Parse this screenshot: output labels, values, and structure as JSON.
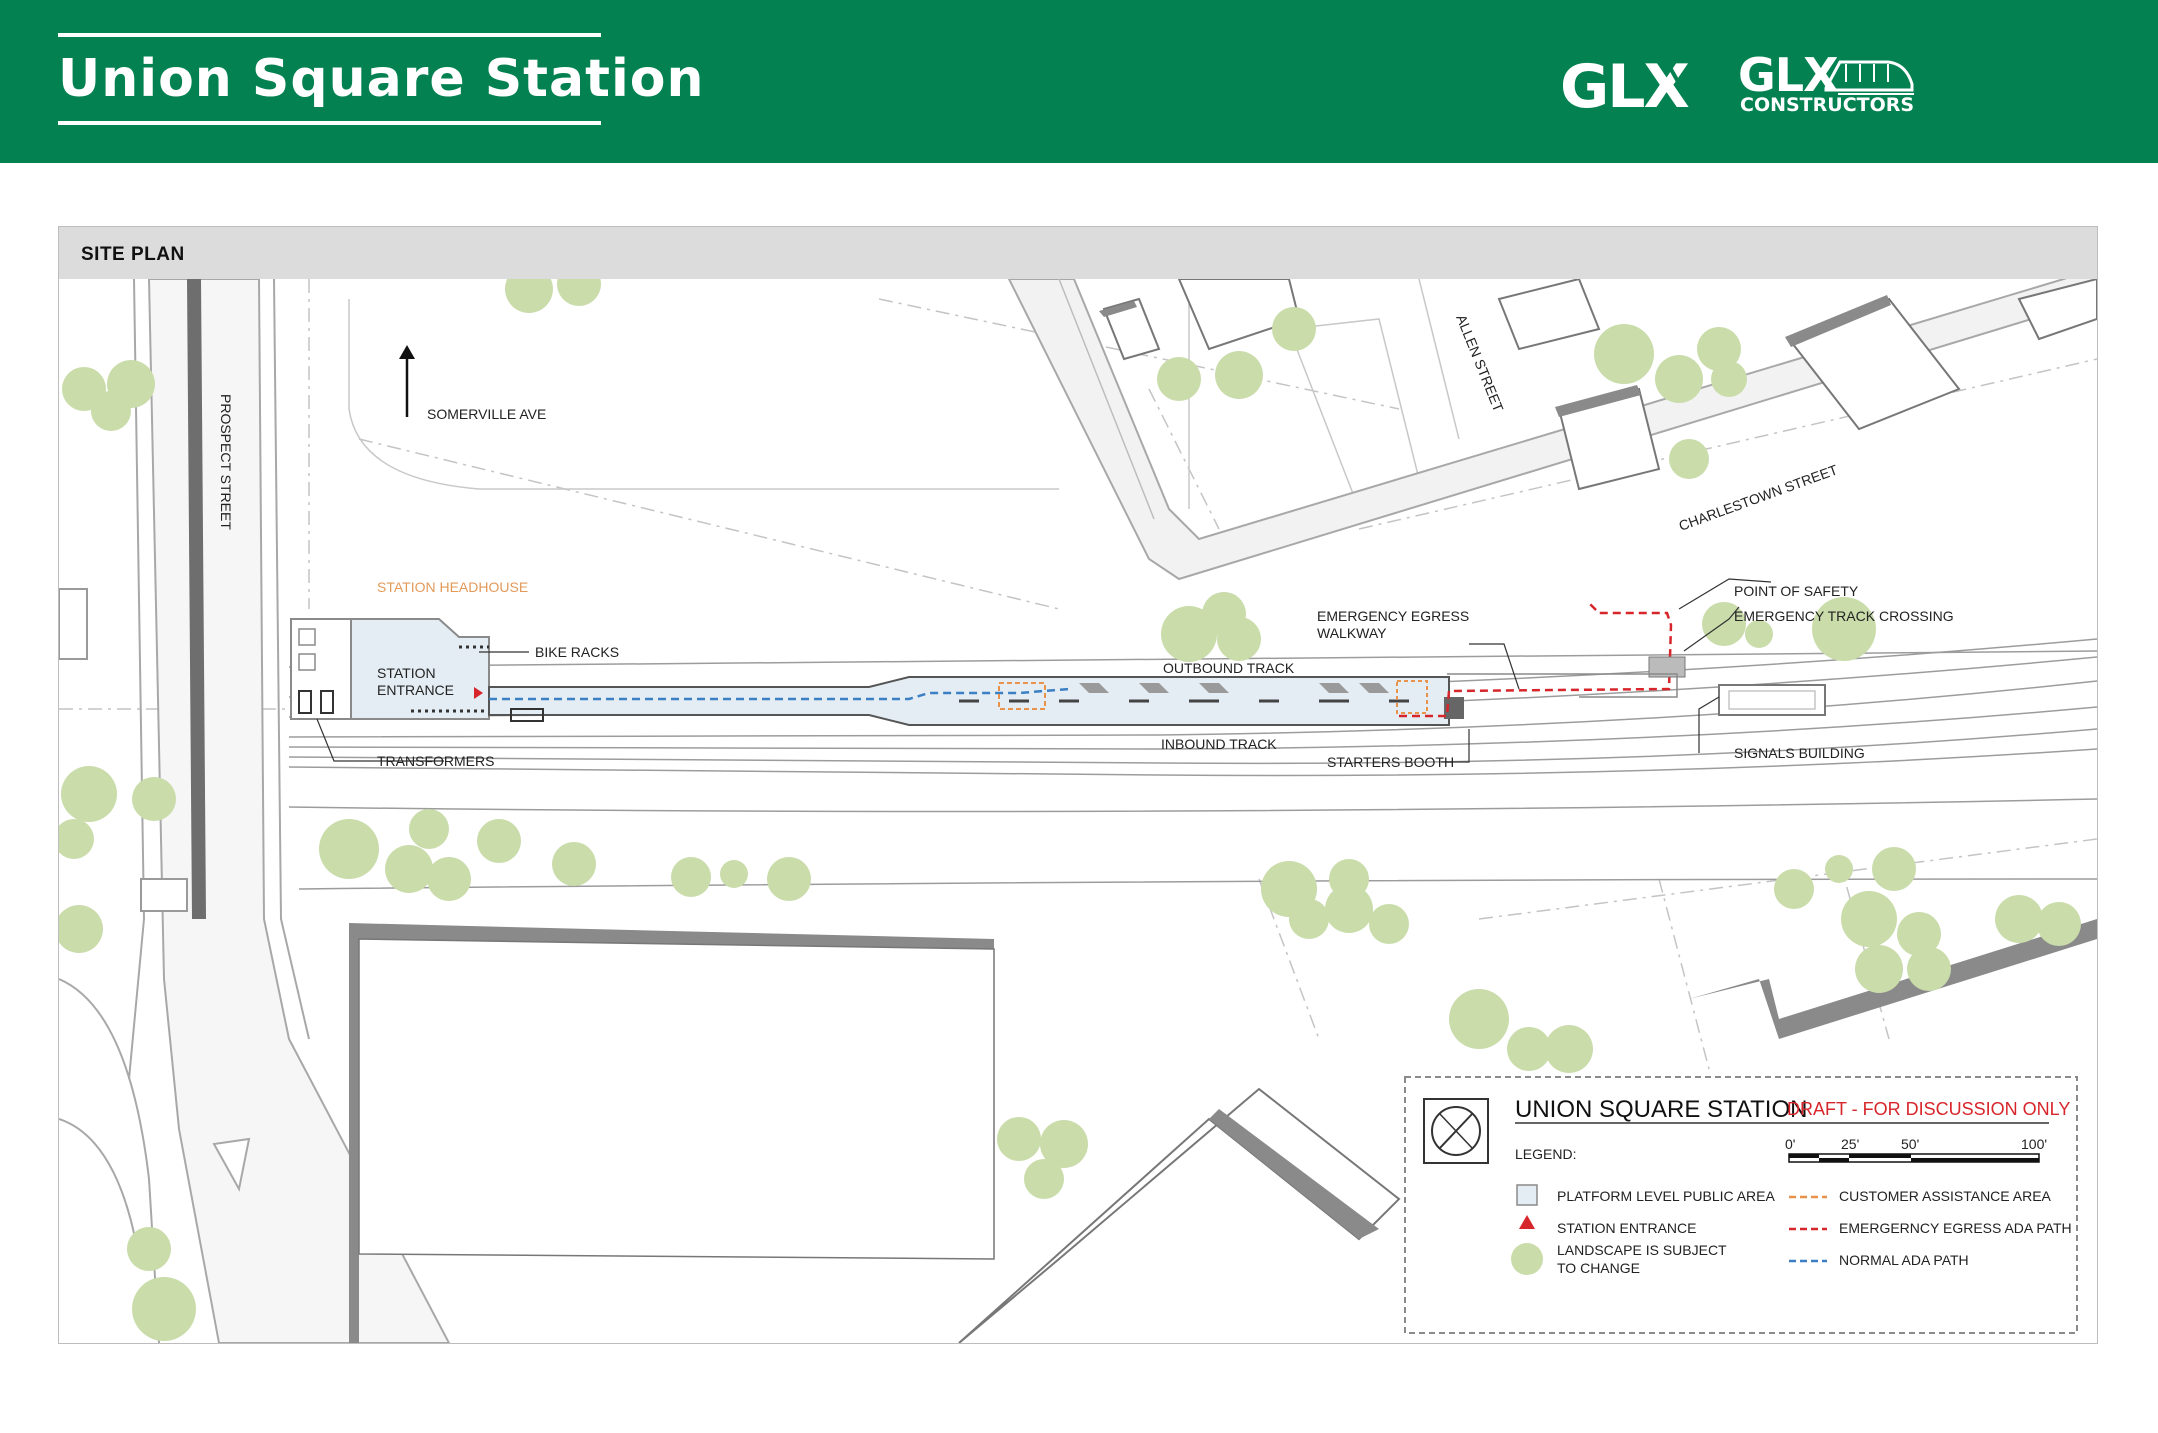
{
  "header": {
    "title": "Union Square Station",
    "logo_primary": "GLX",
    "logo_secondary_top": "GLX",
    "logo_secondary_bottom": "CONSTRUCTORS",
    "background_color": "#038150"
  },
  "panel": {
    "title": "SITE PLAN"
  },
  "map": {
    "labels": {
      "somerville_ave": "SOMERVILLE AVE",
      "prospect_street": "PROSPECT STREET",
      "allen_street": "ALLEN STREET",
      "charlestown_street": "CHARLESTOWN STREET",
      "station_headhouse": "STATION HEADHOUSE",
      "bike_racks": "BIKE RACKS",
      "station_entrance_line1": "STATION",
      "station_entrance_line2": "ENTRANCE",
      "transformers": "TRANSFORMERS",
      "outbound_track": "OUTBOUND TRACK",
      "inbound_track": "INBOUND TRACK",
      "emergency_egress_line1": "EMERGENCY EGRESS",
      "emergency_egress_line2": "WALKWAY",
      "starters_booth": "STARTERS BOOTH",
      "point_of_safety": "POINT OF SAFETY",
      "emergency_track_crossing": "EMERGENCY TRACK CROSSING",
      "signals_building": "SIGNALS BUILDING"
    },
    "colors": {
      "tree": "#c9dcaa",
      "building_shadow": "#8a8a8a",
      "egress_path": "#d7262b",
      "ada_path": "#3b7fc4",
      "customer_area": "#e8924a",
      "platform": "#e4edf3"
    }
  },
  "legend": {
    "title": "UNION SQUARE STATION",
    "draft": "DRAFT - FOR DISCUSSION ONLY",
    "legend_label": "LEGEND:",
    "scale_ticks": [
      "0'",
      "25'",
      "50'",
      "100'"
    ],
    "items": [
      {
        "icon": "platform-square-icon",
        "label": "PLATFORM LEVEL PUBLIC AREA"
      },
      {
        "icon": "entrance-triangle-icon",
        "label": "STATION ENTRANCE"
      },
      {
        "icon": "tree-icon",
        "label_line1": "LANDSCAPE IS SUBJECT",
        "label_line2": "TO CHANGE"
      },
      {
        "icon": "orange-dash-icon",
        "label": "CUSTOMER ASSISTANCE AREA"
      },
      {
        "icon": "red-dash-icon",
        "label": "EMERGERNCY EGRESS ADA PATH"
      },
      {
        "icon": "blue-dash-icon",
        "label": "NORMAL ADA PATH"
      }
    ]
  }
}
